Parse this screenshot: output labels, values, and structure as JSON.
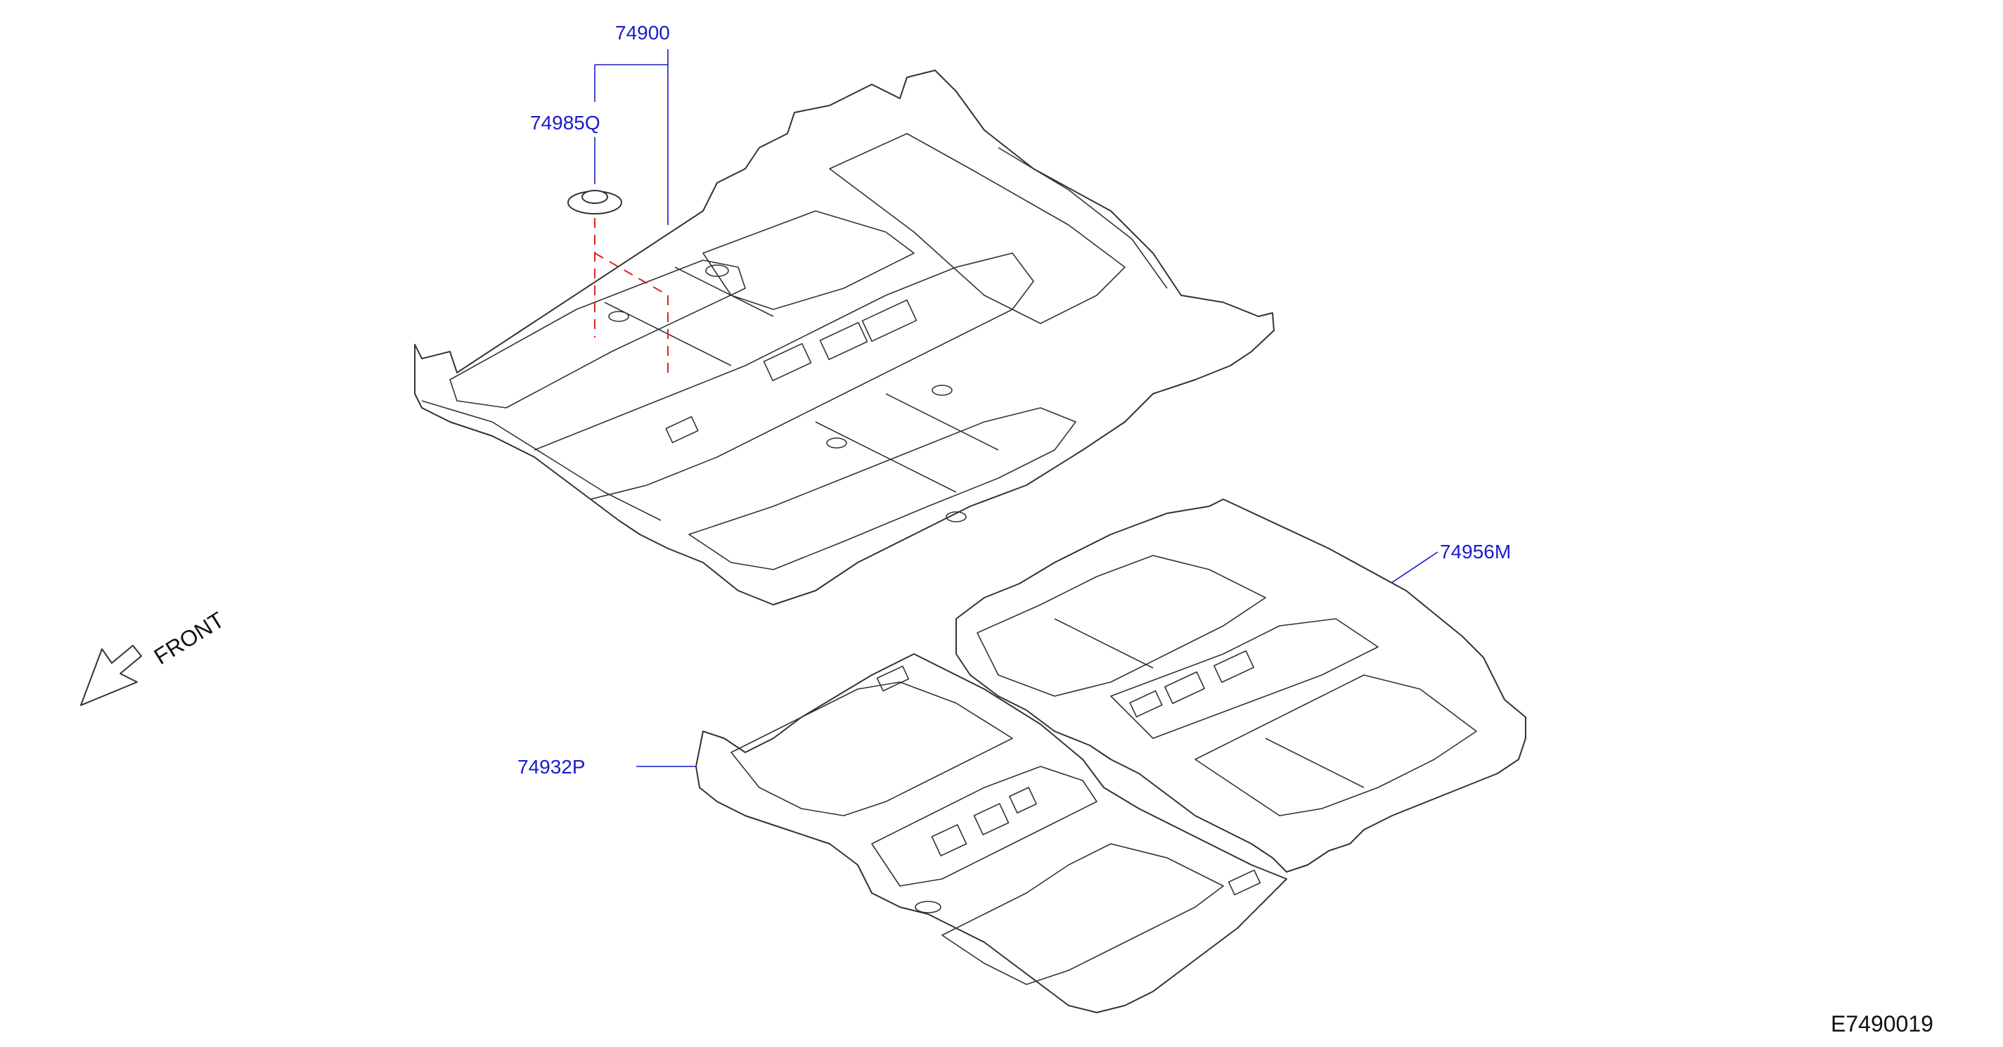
{
  "diagram": {
    "parts": [
      {
        "id": "p-74900",
        "label": "74900"
      },
      {
        "id": "p-74985q",
        "label": "74985Q"
      },
      {
        "id": "p-74956m",
        "label": "74956M"
      },
      {
        "id": "p-74932p",
        "label": "74932P"
      }
    ],
    "front_label": "FRONT",
    "reference_code": "E7490019"
  },
  "colors": {
    "label": "#1a1acc",
    "leader": "#1a1acc",
    "dashed": "#dd2222",
    "outline": "#333333"
  },
  "icons": {
    "front_arrow": "arrow-down-left-icon",
    "clip": "grommet-clip-icon"
  }
}
